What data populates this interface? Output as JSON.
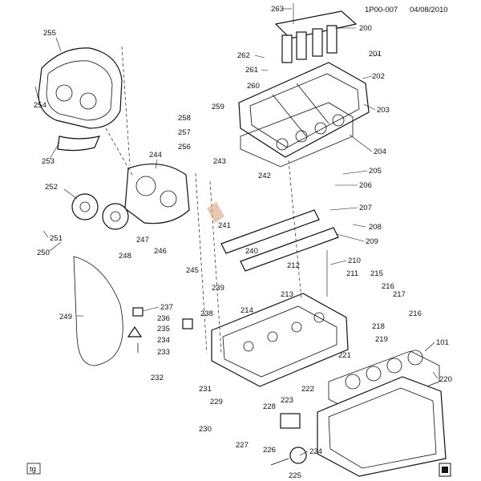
{
  "header": {
    "code": "1P00-007",
    "date": "04/08/2010"
  },
  "footer": {
    "corner_tag": "tg"
  },
  "colors": {
    "ink": "#111111",
    "paper": "#ffffff",
    "accent": "#d9a27a"
  },
  "labels": [
    "263",
    "200",
    "262",
    "261",
    "260",
    "201",
    "202",
    "203",
    "255",
    "254",
    "253",
    "204",
    "258",
    "259",
    "257",
    "256",
    "205",
    "206",
    "244",
    "243",
    "242",
    "252",
    "241",
    "207",
    "208",
    "209",
    "251",
    "250",
    "248",
    "247",
    "246",
    "240",
    "239",
    "245",
    "212",
    "210",
    "211",
    "215",
    "216",
    "213",
    "214",
    "217",
    "216",
    "249",
    "237",
    "236",
    "235",
    "234",
    "233",
    "232",
    "238",
    "218",
    "219",
    "101",
    "221",
    "220",
    "231",
    "229",
    "228",
    "222",
    "223",
    "230",
    "227",
    "226",
    "224",
    "225"
  ]
}
